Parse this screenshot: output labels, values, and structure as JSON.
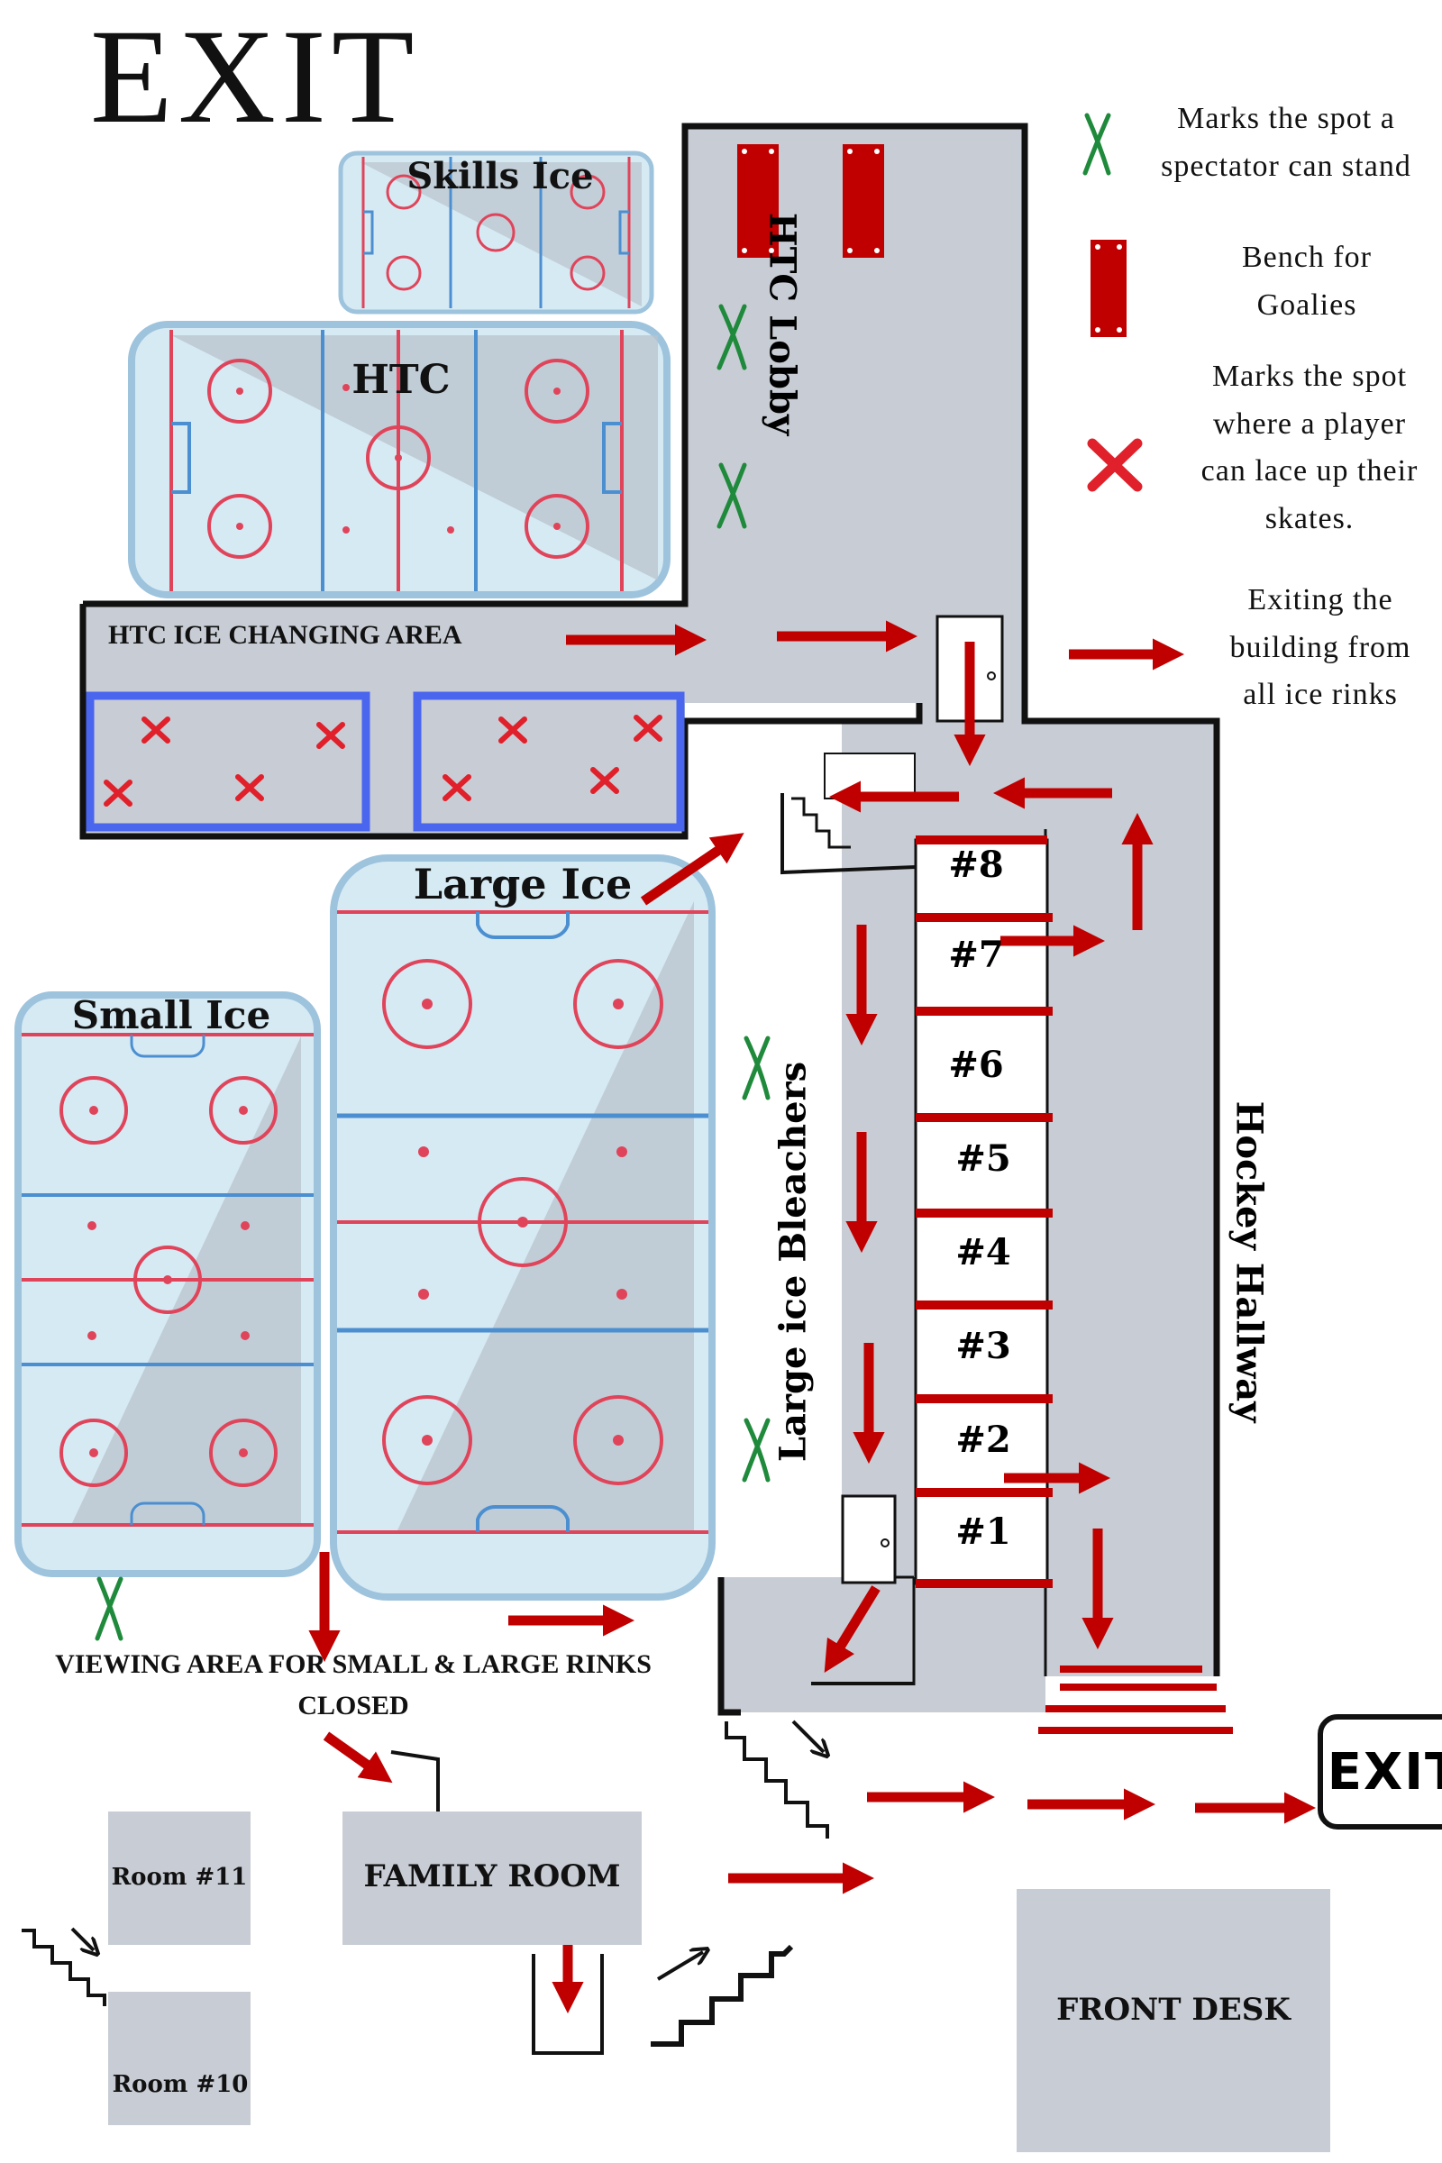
{
  "title": "EXIT",
  "rinks": {
    "skills": "Skills Ice",
    "htc": "HTC",
    "large": "Large Ice",
    "small": "Small Ice"
  },
  "areas": {
    "htc_lobby": "HTC Lobby",
    "htc_changing": "HTC ICE CHANGING AREA",
    "bleachers": "Large ice Bleachers",
    "hallway": "Hockey Hallway",
    "viewing_line1": "VIEWING AREA FOR SMALL & LARGE RINKS",
    "viewing_line2": "CLOSED",
    "family_room": "FAMILY ROOM",
    "front_desk": "FRONT DESK",
    "room11": "Room #11",
    "room10": "Room #10"
  },
  "change_rooms": [
    "#8",
    "#7",
    "#6",
    "#5",
    "#4",
    "#3",
    "#2",
    "#1"
  ],
  "exit_sign": "EXIT",
  "legend": {
    "spectator_line1": "Marks the spot a",
    "spectator_line2": "spectator can stand",
    "bench_line1": "Bench for",
    "bench_line2": "Goalies",
    "lace_line1": "Marks the spot",
    "lace_line2": "where a player",
    "lace_line3": "can lace up their",
    "lace_line4": "skates.",
    "exit_line1": "Exiting the",
    "exit_line2": "building from",
    "exit_line3": "all ice rinks"
  },
  "colors": {
    "arrow_red": "#c00000",
    "floor_gray": "#c8ccd4",
    "ice_blue": "#d6eaf4",
    "rink_border": "#5b8fb3",
    "wall_black": "#111111",
    "spectator_green": "#1f8a3b",
    "lace_red": "#e0202a",
    "changing_blue": "#4a66ee"
  },
  "icons": {
    "spectator": "green-x-icon",
    "bench": "red-bench-icon",
    "lace": "red-x-icon",
    "exit_arrow": "red-arrow-icon"
  }
}
